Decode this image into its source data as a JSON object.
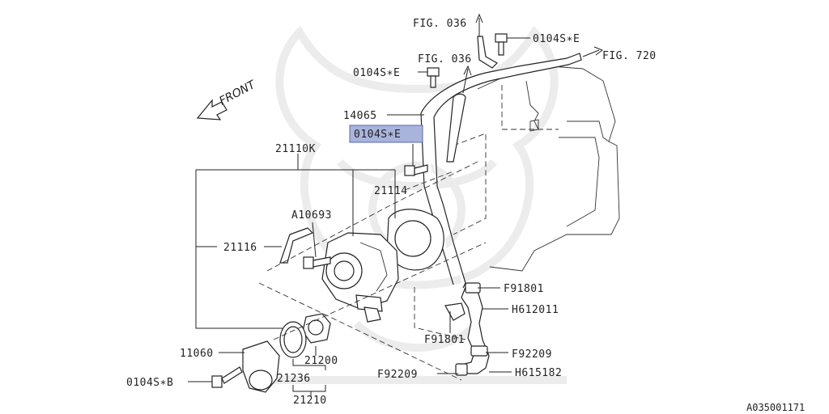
{
  "labels": {
    "fig036_top": "FIG. 036",
    "fig036_mid": "FIG. 036",
    "fig720": "FIG. 720",
    "bolt_e_top": "0104S∗E",
    "bolt_e_left": "0104S∗E",
    "bolt_e_highlight": "0104S∗E",
    "bolt_b": "0104S∗B",
    "p14065": "14065",
    "p21110k": "21110K",
    "p21114": "21114",
    "pA10693": "A10693",
    "p21116": "21116",
    "p11060": "11060",
    "p21200": "21200",
    "p21236": "21236",
    "p21210": "21210",
    "f91801_r": "F91801",
    "h612011": "H612011",
    "f91801_b": "F91801",
    "f92209_r": "F92209",
    "f92209_l": "F92209",
    "h615182": "H615182",
    "front": "FRONT"
  },
  "reference_code": "A035001171",
  "colors": {
    "highlight_fill": "#a9b4dd",
    "highlight_stroke": "#5a6aa8",
    "line": "#222222",
    "watermark": "#ececec"
  }
}
